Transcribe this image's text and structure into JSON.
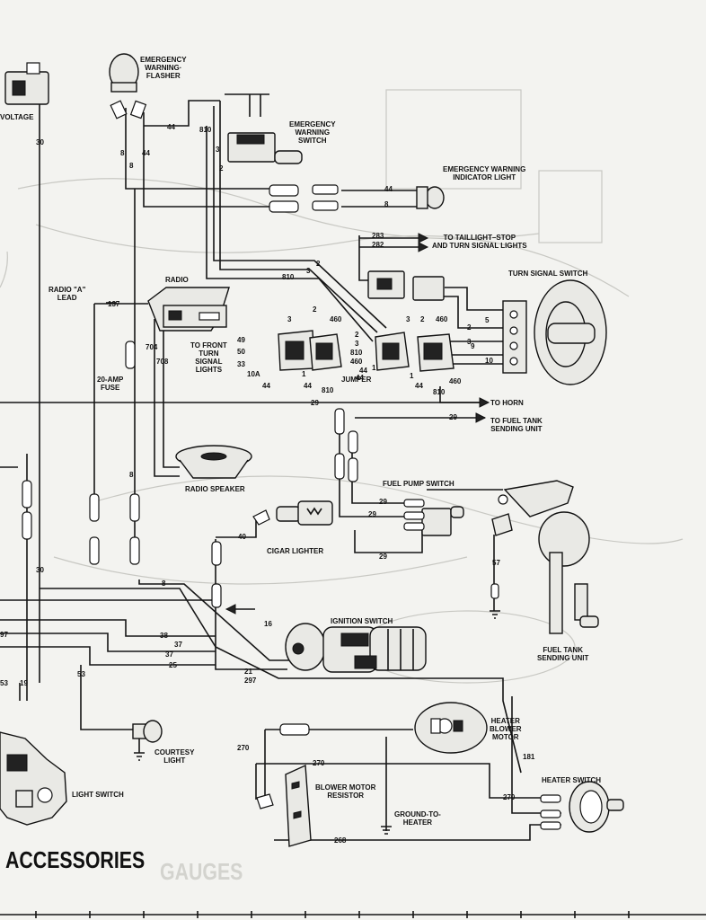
{
  "section_title": "ACCESSORIES",
  "background_text": "GAUGES",
  "components": {
    "voltage": "VOLTAGE",
    "emergency_warning_flasher": [
      "EMERGENCY",
      "WARNING·",
      "FLASHER"
    ],
    "emergency_warning_switch": [
      "EMERGENCY",
      "WARNING",
      "SWITCH"
    ],
    "emergency_warning_indicator_light": [
      "EMERGENCY WARNING",
      "INDICATOR LIGHT"
    ],
    "to_taillight": [
      "TO TAILLIGHT–STOP",
      "AND TURN SIGNAL LIGHTS"
    ],
    "turn_signal_switch": "TURN SIGNAL SWITCH",
    "radio": "RADIO",
    "radio_a_lead": [
      "RADIO \"A\"",
      "LEAD"
    ],
    "to_front_turn_signal_lights": [
      "TO FRONT",
      "TURN",
      "SIGNAL",
      "LIGHTS"
    ],
    "fuse": [
      "20-AMP",
      "FUSE"
    ],
    "jumper": "JUMPER",
    "to_horn": "TO HORN",
    "to_fuel_tank_sending_unit": [
      "TO FUEL TANK",
      "SENDING UNIT"
    ],
    "radio_speaker": "RADIO SPEAKER",
    "fuel_pump_switch": "FUEL PUMP SWITCH",
    "cigar_lighter": "CIGAR LIGHTER",
    "fuel_tank_sending_unit": [
      "FUEL TANK",
      "SENDING UNIT"
    ],
    "ignition_switch": "IGNITION SWITCH",
    "heater_blower_motor": [
      "HEATER",
      "BLOWER",
      "MOTOR"
    ],
    "courtesy_light": [
      "COURTESY",
      "LIGHT"
    ],
    "blower_motor_resistor": [
      "BLOWER MOTOR",
      "RESISTOR"
    ],
    "ground_to_heater": [
      "GROUND-TO-",
      "HEATER"
    ],
    "heater_switch": "HEATER SWITCH",
    "light_switch": "LIGHT SWITCH"
  },
  "wire_numbers": {
    "w30a": "30",
    "w44a": "44",
    "w810a": "810",
    "w8a": "8",
    "w8b": "8",
    "w44b": "44",
    "w3a": "3",
    "w2a": "2",
    "w44c": "44",
    "w8c": "8",
    "w283": "283",
    "w282": "282",
    "w2b": "2",
    "w3b": "3",
    "w810b": "810",
    "w137": "137",
    "w704": "704",
    "w708": "708",
    "w49": "49",
    "w50": "50",
    "w33": "33",
    "w10a": "10A",
    "w44d": "44",
    "w3c": "3",
    "w2c": "2",
    "w460a": "460",
    "w2d": "2",
    "w3d": "3",
    "w810c": "810",
    "w460b": "460",
    "w44e": "44",
    "w810d": "810",
    "w44f": "44",
    "w3e": "3",
    "w2e": "2",
    "w460c": "460",
    "w2f": "2",
    "w3f": "3",
    "w9": "9",
    "w1a": "1",
    "w44g": "44",
    "w810e": "810",
    "w460d": "460",
    "w5": "5",
    "w10b": "10",
    "w1b": "1",
    "w44h": "44",
    "w1c": "1",
    "w29a": "29",
    "w29b": "29",
    "w8d": "8",
    "w29c": "29",
    "w29d": "29",
    "w29e": "29",
    "w57": "57",
    "w40": "40",
    "w8e": "8",
    "w16": "16",
    "w97": "97",
    "w38": "38",
    "w37a": "37",
    "w37b": "37",
    "w25": "25",
    "w21": "21",
    "w297": "297",
    "w30b": "30",
    "w53a": "53",
    "w19": "19",
    "w53b": "53",
    "w270a": "270",
    "w270b": "270",
    "w181": "181",
    "w270c": "270",
    "w268": "268"
  }
}
